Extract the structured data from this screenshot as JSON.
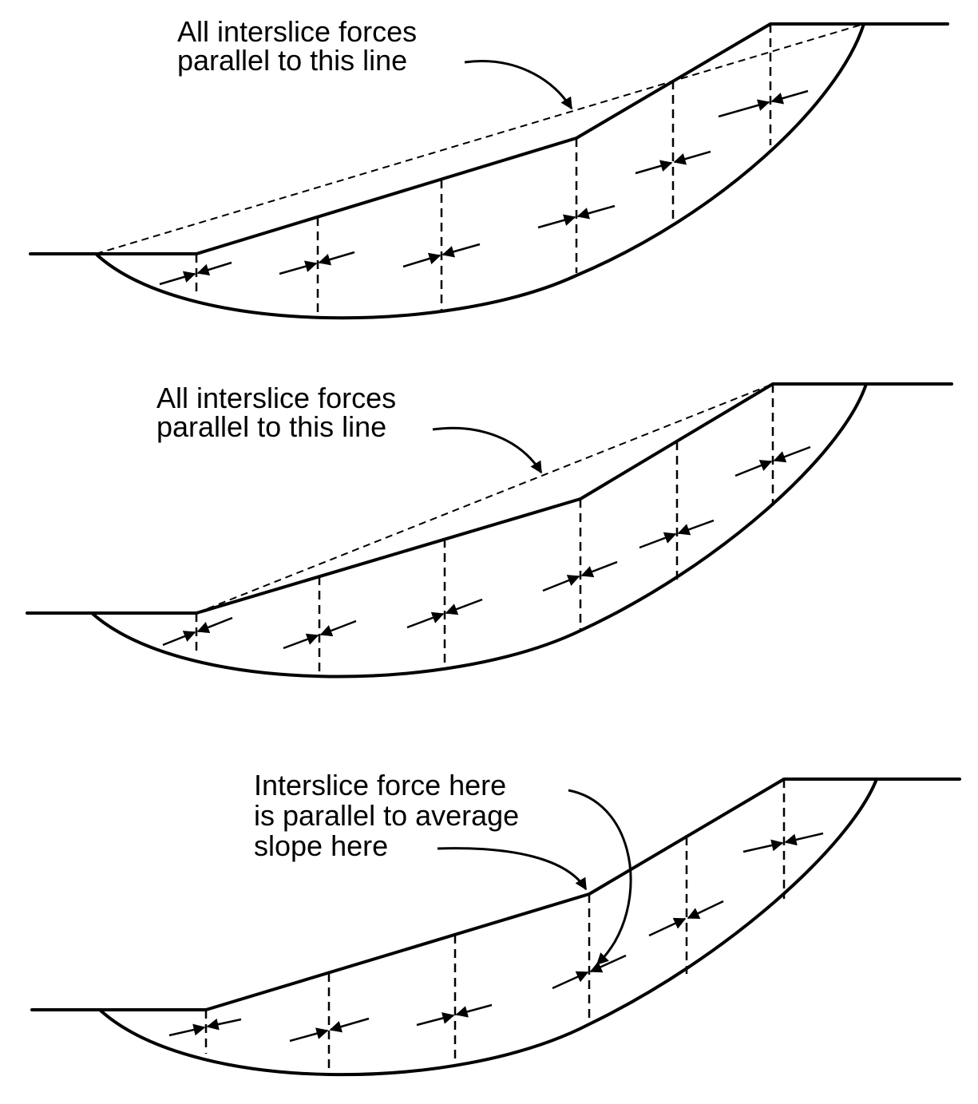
{
  "panels": [
    {
      "id": "top",
      "annotation": [
        "All interslice forces",
        "parallel to this line"
      ]
    },
    {
      "id": "middle",
      "annotation": [
        "All interslice forces",
        "parallel to this line"
      ]
    },
    {
      "id": "bottom",
      "annotation": [
        "Interslice force here",
        "is parallel to average",
        "slope here"
      ]
    }
  ],
  "colors": {
    "line": "#000000",
    "background": "#ffffff"
  }
}
